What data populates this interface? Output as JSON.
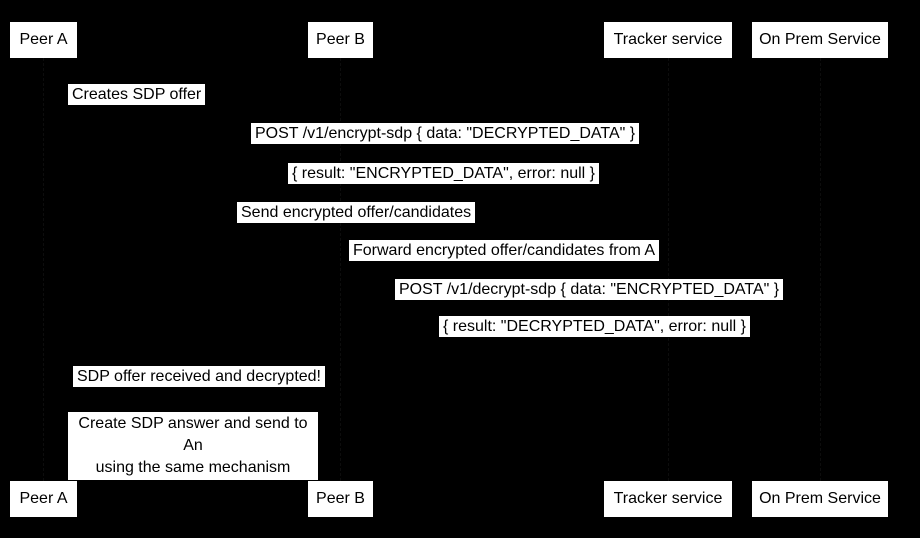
{
  "diagram": {
    "type": "sequence-diagram",
    "colors": {
      "background": "#000000",
      "box_fill": "#ffffff",
      "box_text": "#000000",
      "label_fill": "#ffffff",
      "label_text": "#000000"
    }
  },
  "participants": [
    {
      "name": "Peer A"
    },
    {
      "name": "Peer B"
    },
    {
      "name": "Tracker service"
    },
    {
      "name": "On Prem Service"
    }
  ],
  "messages": [
    {
      "from": "Peer A",
      "to": "Peer A",
      "text": "Creates SDP offer"
    },
    {
      "from": "Peer A",
      "to": "On Prem Service",
      "text": "POST /v1/encrypt-sdp { data: \"DECRYPTED_DATA\" }"
    },
    {
      "from": "On Prem Service",
      "to": "Peer A",
      "text": "{ result: \"ENCRYPTED_DATA\", error: null }"
    },
    {
      "from": "Peer A",
      "to": "Tracker service",
      "text": "Send encrypted offer/candidates"
    },
    {
      "from": "Tracker service",
      "to": "Peer B",
      "text": "Forward encrypted offer/candidates from A"
    },
    {
      "from": "Peer B",
      "to": "On Prem Service",
      "text": "POST /v1/decrypt-sdp { data: \"ENCRYPTED_DATA\" }"
    },
    {
      "from": "On Prem Service",
      "to": "Peer B",
      "text": "{ result: \"DECRYPTED_DATA\", error: null }"
    },
    {
      "from": "Peer B",
      "to": "Peer A",
      "text": "SDP offer received and decrypted!"
    },
    {
      "from": "Peer A",
      "to": "Peer B",
      "lines": [
        "Create SDP answer and send to An",
        "using the same mechanism"
      ]
    }
  ]
}
